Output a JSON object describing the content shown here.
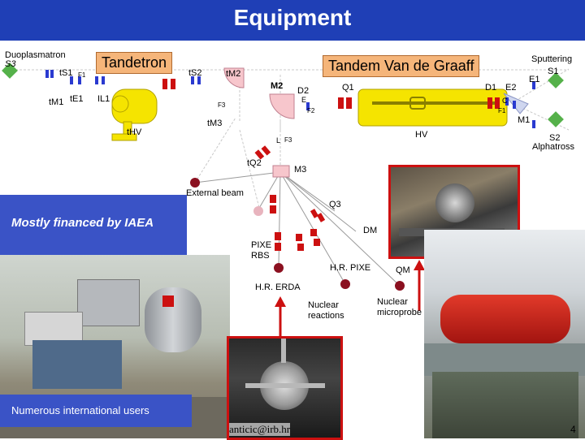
{
  "title": "Equipment",
  "source_labels": {
    "duoplasmatron": "Duoplasmatron",
    "s3": "S3",
    "sputtering": "Sputtering",
    "s1": "S1",
    "e1": "E1",
    "s2": "S2",
    "alphatross": "Alphatross"
  },
  "accelerators": {
    "tandetron": "Tandetron",
    "vdg": "Tandem Van de Graaff"
  },
  "element_labels": {
    "ts1": "tS1",
    "f1_left": "F1",
    "ts2": "tS2",
    "tm2": "tM2",
    "f3_left": "F3",
    "tm1": "tM1",
    "te1": "tE1",
    "il1": "IL1",
    "thv": "tHV",
    "tm3": "tM3",
    "m2": "M2",
    "d2": "D2",
    "e": "E",
    "f2": "F2",
    "q1": "Q1",
    "d1": "D1",
    "e2": "E2",
    "c": "C",
    "f1_right": "F1",
    "m1": "M1",
    "hv": "HV",
    "l": "L",
    "f3_mid": "F3",
    "tq2": "tQ2",
    "m3": "M3",
    "q3": "Q3",
    "dm": "DM",
    "qm": "QM"
  },
  "beamlines": {
    "external_beam": "External beam",
    "pixe_rbs": "PIXE\nRBS",
    "hr_pixe": "H.R. PIXE",
    "hr_erda": "H.R. ERDA",
    "nuclear_reactions": "Nuclear\nreactions",
    "nuclear_microprobe": "Nuclear\nmicroprobe"
  },
  "banners": {
    "iaea": "Mostly financed by IAEA",
    "users": "Numerous international users"
  },
  "footer": {
    "email": "anticic@irb.hr",
    "page": "4"
  },
  "colors": {
    "title_blue": "#1f3fb6",
    "label_orange": "#f5b57a",
    "accent_red": "#cc1010",
    "beam_pink": "#e98aa0",
    "source_green": "#55b14a"
  }
}
